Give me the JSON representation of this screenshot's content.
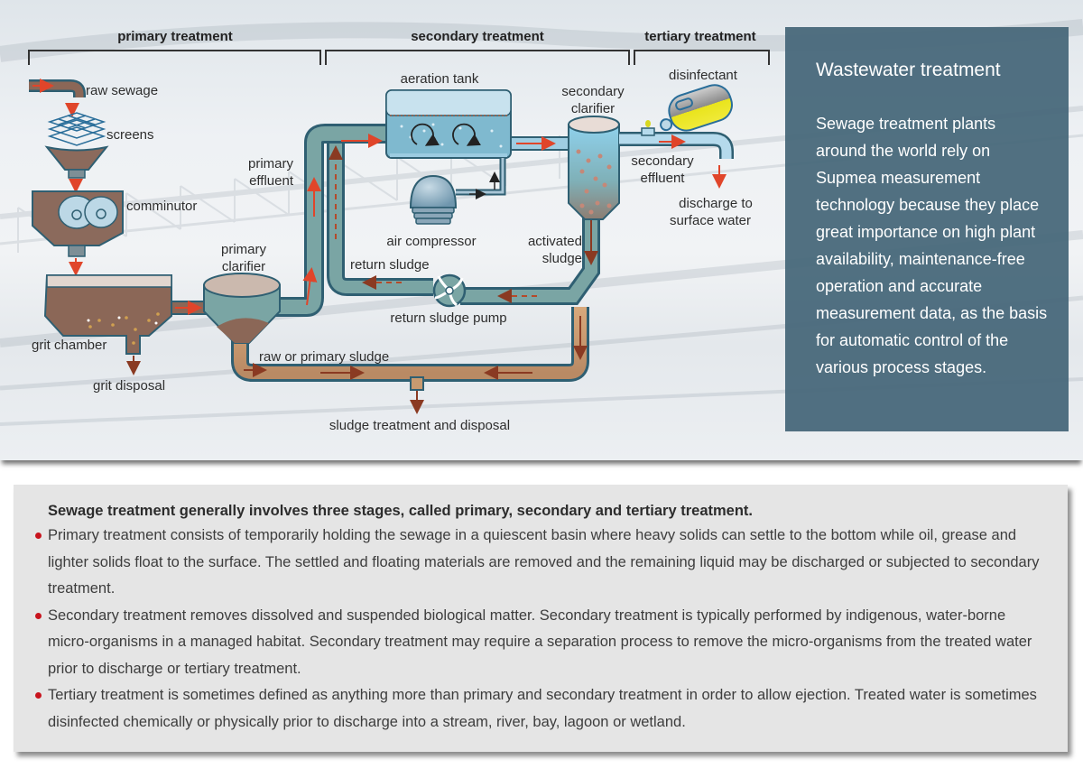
{
  "diagram": {
    "stages": {
      "primary": "primary treatment",
      "secondary": "secondary treatment",
      "tertiary": "tertiary treatment"
    },
    "labels": {
      "raw_sewage": "raw sewage",
      "screens": "screens",
      "comminutor": "comminutor",
      "grit_chamber": "grit chamber",
      "grit_disposal": "grit disposal",
      "primary_clarifier": [
        "primary",
        "clarifier"
      ],
      "primary_effluent": [
        "primary",
        "effluent"
      ],
      "aeration_tank": "aeration tank",
      "air_compressor": "air compressor",
      "return_sludge": "return sludge",
      "return_sludge_pump": "return sludge pump",
      "raw_or_primary_sludge": "raw or primary sludge",
      "sludge_treatment": "sludge treatment and disposal",
      "secondary_clarifier": [
        "secondary",
        "clarifier"
      ],
      "activated_sludge": [
        "activated",
        "sludge"
      ],
      "disinfectant": "disinfectant",
      "secondary_effluent": [
        "secondary",
        "effluent"
      ],
      "discharge": [
        "discharge to",
        "surface water"
      ]
    },
    "colors": {
      "pipe_teal": "#6f9e9f",
      "pipe_outline": "#2f5f72",
      "sludge_brown": "#8a6a5a",
      "flow_arrow": "#e0452a",
      "water_blue": "#8fc7df",
      "disinfectant_yellow": "#e8e21a"
    }
  },
  "info_panel": {
    "title": "Wastewater treatment",
    "body": "Sewage treatment plants around the world rely on Supmea measurement technology because they place great importance on high plant availability, maintenance-free operation and accurate measurement data, as the basis for automatic control of the various process stages.",
    "background": "#4e6b7c"
  },
  "description": {
    "heading": "Sewage treatment generally involves three stages, called primary, secondary and tertiary treatment.",
    "bullets": [
      "Primary treatment consists of temporarily holding the sewage in a quiescent basin where heavy solids can settle to the bottom while oil, grease and lighter solids float to the surface. The settled and floating materials are removed and the remaining liquid may be discharged or subjected to secondary treatment.",
      "Secondary treatment removes dissolved and suspended biological matter. Secondary treatment is typically performed by indigenous, water-borne micro-organisms in a managed habitat. Secondary treatment may require a separation process to remove the micro-organisms from the treated water prior to discharge or tertiary treatment.",
      "Tertiary treatment is sometimes defined as anything more than primary and secondary treatment in order to allow ejection. Treated water is sometimes disinfected chemically or physically prior to discharge into a stream, river, bay, lagoon or wetland."
    ],
    "bullet_color": "#c8141e"
  }
}
